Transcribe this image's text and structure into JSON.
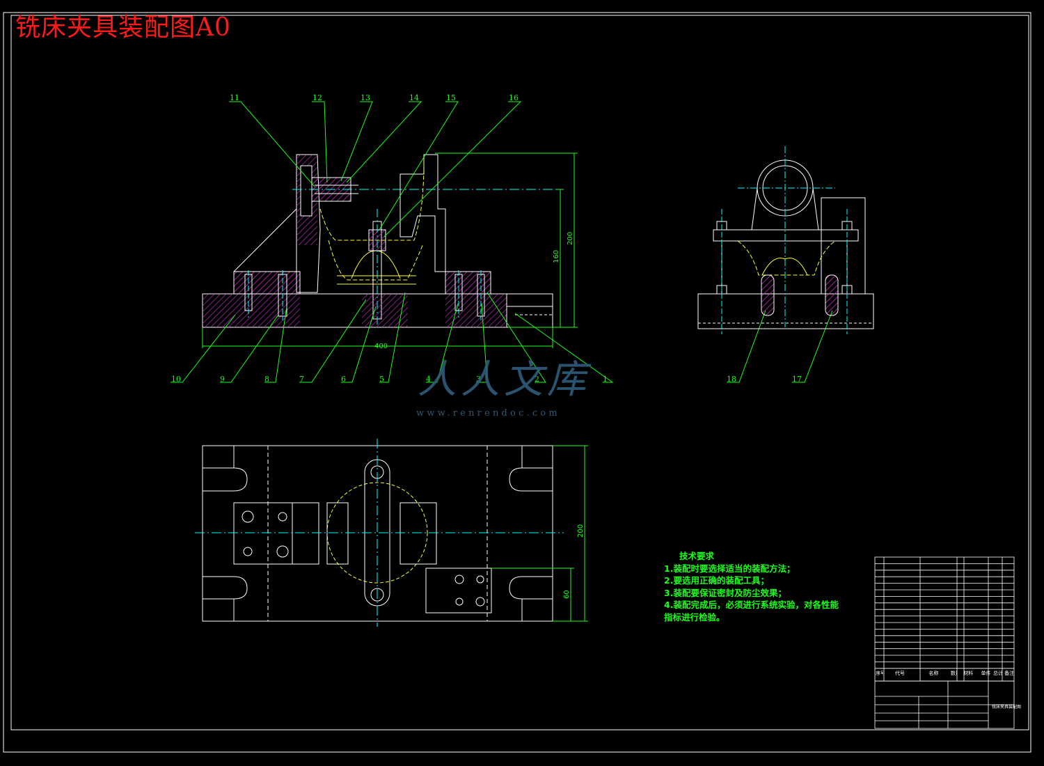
{
  "drawing": {
    "title": "铣床夹具装配图A0",
    "background": "#000000",
    "line_color": "#ffffff",
    "accent_colors": {
      "title": "#ff1a1a",
      "leader": "#1aff1a",
      "hatch": "#c030c0",
      "center": "#00ffff",
      "hidden": "#ffff00"
    }
  },
  "part_callouts": [
    "1",
    "2",
    "3",
    "4",
    "5",
    "6",
    "7",
    "8",
    "9",
    "10",
    "11",
    "12",
    "13",
    "14",
    "15",
    "16",
    "17",
    "18"
  ],
  "dimensions": {
    "front_width": "400",
    "front_height_1": "200",
    "front_height_2": "160",
    "top_depth": "200",
    "top_offset": "60"
  },
  "technical_requirements": {
    "title": "技术要求",
    "items": [
      "1.装配时要选择适当的装配方法；",
      "2.要选用正确的装配工具；",
      "3.装配要保证密封及防尘效果；",
      "4.装配完成后，必须进行系统实验，对各性能",
      "指标进行检验。"
    ]
  },
  "title_block": {
    "drawing_name": "铣床夹具装配图",
    "header": [
      "序号",
      "代号",
      "名称",
      "数量",
      "材料",
      "单件",
      "总计",
      "备注"
    ]
  },
  "watermark": {
    "brand": "人人文库",
    "url": "www.renrendoc.com"
  }
}
